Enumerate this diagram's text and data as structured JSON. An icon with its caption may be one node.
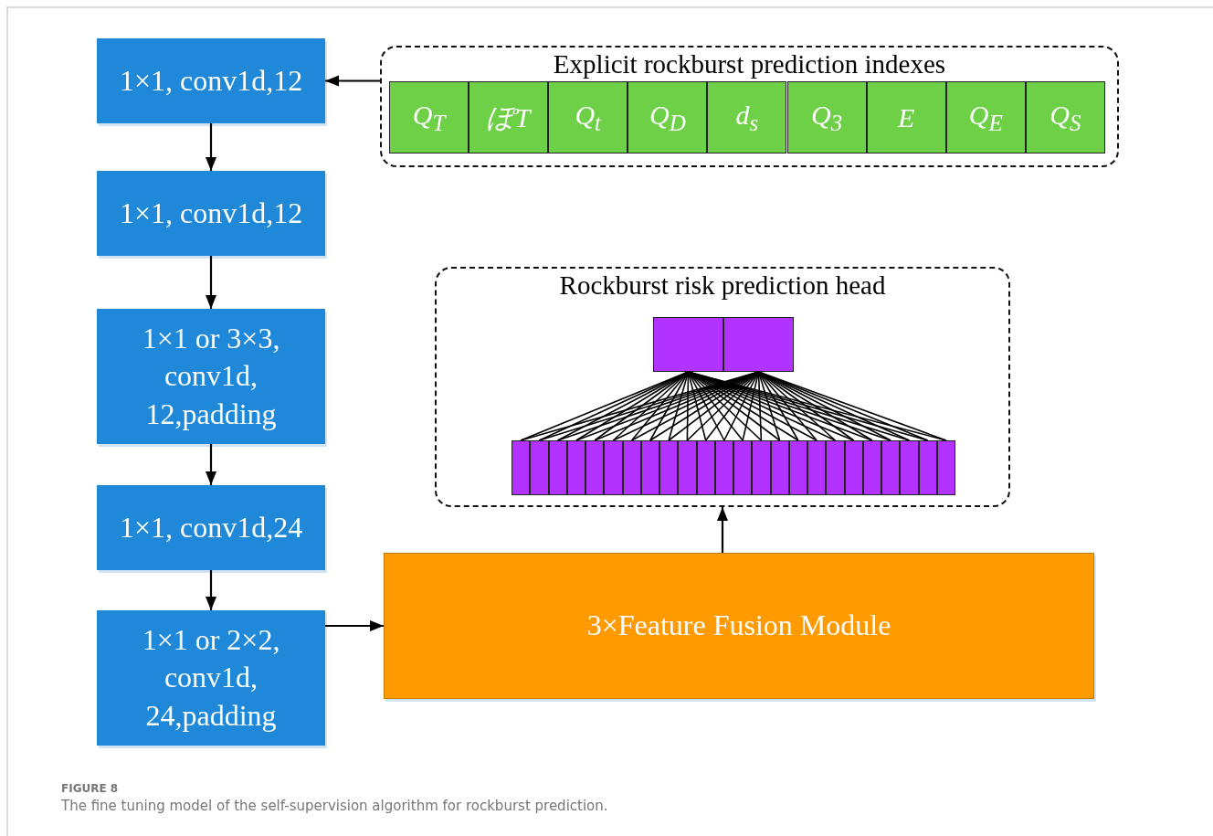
{
  "diagram": {
    "caption": "The fine tuning model of the self-supervision algorithm for rockburst prediction.",
    "nodes": [
      {
        "text": [
          "1×1, conv1d,12"
        ]
      },
      {
        "text": [
          "1×1, conv1d,12"
        ]
      },
      {
        "text": [
          "1×1 or 3×3, conv1d, 12,padding"
        ]
      },
      {
        "text": [
          "1×1, conv1d,24"
        ]
      },
      {
        "text": [
          "1×1 or 2×2, conv1d, 24,padding"
        ]
      },
      {
        "text": [
          "Explicit rockburst prediction indexes"
        ]
      },
      {
        "text": [
          "Q$_{T}$"
        ],
        "in": 5
      },
      {
        "text": [
          "ぽT"
        ],
        "in": 5
      },
      {
        "text": [
          "Q$_{t}$"
        ],
        "in": 5
      },
      {
        "text": [
          "Q$_{D}$"
        ],
        "in": 5
      },
      {
        "text": [
          "d$_{s}$"
        ],
        "in": 5
      },
      {
        "text": [
          "Q$_{3}$"
        ],
        "in": 5
      },
      {
        "text": [
          "E"
        ],
        "in": 5
      },
      {
        "text": [
          "Q$_{E}$"
        ],
        "in": 5
      },
      {
        "text": [
          "Q$_{S}$"
        ],
        "in": 5
      },
      {
        "text": [
          "Rockburst risk prediction head"
        ]
      },
      {
        "text": [],
        "shape": "box",
        "in": 15
      },
      {
        "text": [],
        "shape": "box",
        "in": 15
      },
      {
        "text": [],
        "shape": "box",
        "in": 15
      },
      {
        "text": [],
        "shape": "box",
        "in": 15
      },
      {
        "text": [],
        "shape": "box",
        "in": 15
      },
      {
        "text": [],
        "shape": "box",
        "in": 15
      },
      {
        "text": [],
        "shape": "box",
        "in": 15
      },
      {
        "text": [],
        "shape": "box",
        "in": 15
      },
      {
        "text": [],
        "shape": "box",
        "in": 15
      },
      {
        "text": [],
        "shape": "box",
        "in": 15
      },
      {
        "text": [],
        "shape": "box",
        "in": 15
      },
      {
        "text": [],
        "shape": "box",
        "in": 15
      },
      {
        "text": [],
        "shape": "box",
        "in": 15
      },
      {
        "text": [],
        "shape": "box",
        "in": 15
      },
      {
        "text": [],
        "shape": "box",
        "in": 15
      },
      {
        "text": [],
        "shape": "box",
        "in": 15
      },
      {
        "text": [],
        "shape": "box",
        "in": 15
      },
      {
        "text": [],
        "shape": "box",
        "in": 15
      },
      {
        "text": [],
        "shape": "box",
        "in": 15
      },
      {
        "text": [],
        "shape": "box",
        "in": 15
      },
      {
        "text": [],
        "shape": "box",
        "in": 15
      },
      {
        "text": [],
        "shape": "box",
        "in": 15
      },
      {
        "text": [],
        "shape": "box",
        "in": 15
      },
      {
        "text": [],
        "shape": "box",
        "in": 15
      },
      {
        "text": [],
        "shape": "box",
        "in": 15
      },
      {
        "text": [],
        "shape": "box",
        "in": 15
      },
      {
        "text": [
          "3×Feature Fusion Module"
        ]
      }
    ],
    "edges": [
      {
        "from": 5,
        "to": 0,
        "arrow": "to"
      },
      {
        "from": 0,
        "to": 1,
        "arrow": "to"
      },
      {
        "from": 1,
        "to": 2,
        "arrow": "to"
      },
      {
        "from": 2,
        "to": 3,
        "arrow": "to"
      },
      {
        "from": 3,
        "to": 4,
        "arrow": "to"
      },
      {
        "from": 4,
        "to": 42,
        "arrow": "to"
      },
      {
        "from": 42,
        "to": 15,
        "arrow": "to"
      },
      {
        "from": 16,
        "to": 18,
        "arrow": "none"
      },
      {
        "from": 16,
        "to": 19,
        "arrow": "none"
      },
      {
        "from": 16,
        "to": 20,
        "arrow": "none"
      },
      {
        "from": 16,
        "to": 21,
        "arrow": "none"
      },
      {
        "from": 16,
        "to": 22,
        "arrow": "none"
      },
      {
        "from": 16,
        "to": 23,
        "arrow": "none"
      },
      {
        "from": 16,
        "to": 24,
        "arrow": "none"
      },
      {
        "from": 16,
        "to": 25,
        "arrow": "none"
      },
      {
        "from": 16,
        "to": 26,
        "arrow": "none"
      },
      {
        "from": 16,
        "to": 27,
        "arrow": "none"
      },
      {
        "from": 16,
        "to": 28,
        "arrow": "none"
      },
      {
        "from": 16,
        "to": 29,
        "arrow": "none"
      },
      {
        "from": 16,
        "to": 30,
        "arrow": "none"
      },
      {
        "from": 16,
        "to": 31,
        "arrow": "none"
      },
      {
        "from": 16,
        "to": 32,
        "arrow": "none"
      },
      {
        "from": 16,
        "to": 33,
        "arrow": "none"
      },
      {
        "from": 16,
        "to": 34,
        "arrow": "none"
      },
      {
        "from": 16,
        "to": 35,
        "arrow": "none"
      },
      {
        "from": 16,
        "to": 36,
        "arrow": "none"
      },
      {
        "from": 16,
        "to": 37,
        "arrow": "none"
      },
      {
        "from": 16,
        "to": 38,
        "arrow": "none"
      },
      {
        "from": 16,
        "to": 39,
        "arrow": "none"
      },
      {
        "from": 16,
        "to": 40,
        "arrow": "none"
      },
      {
        "from": 16,
        "to": 41,
        "arrow": "none"
      },
      {
        "from": 17,
        "to": 18,
        "arrow": "none"
      },
      {
        "from": 17,
        "to": 19,
        "arrow": "none"
      },
      {
        "from": 17,
        "to": 20,
        "arrow": "none"
      },
      {
        "from": 17,
        "to": 21,
        "arrow": "none"
      },
      {
        "from": 17,
        "to": 22,
        "arrow": "none"
      },
      {
        "from": 17,
        "to": 23,
        "arrow": "none"
      },
      {
        "from": 17,
        "to": 24,
        "arrow": "none"
      },
      {
        "from": 17,
        "to": 25,
        "arrow": "none"
      },
      {
        "from": 17,
        "to": 26,
        "arrow": "none"
      },
      {
        "from": 17,
        "to": 27,
        "arrow": "none"
      },
      {
        "from": 17,
        "to": 28,
        "arrow": "none"
      },
      {
        "from": 17,
        "to": 29,
        "arrow": "none"
      },
      {
        "from": 17,
        "to": 30,
        "arrow": "none"
      },
      {
        "from": 17,
        "to": 31,
        "arrow": "none"
      },
      {
        "from": 17,
        "to": 32,
        "arrow": "none"
      },
      {
        "from": 17,
        "to": 33,
        "arrow": "none"
      },
      {
        "from": 17,
        "to": 34,
        "arrow": "none"
      },
      {
        "from": 17,
        "to": 35,
        "arrow": "none"
      },
      {
        "from": 17,
        "to": 36,
        "arrow": "none"
      },
      {
        "from": 17,
        "to": 37,
        "arrow": "none"
      },
      {
        "from": 17,
        "to": 38,
        "arrow": "none"
      },
      {
        "from": 17,
        "to": 39,
        "arrow": "none"
      },
      {
        "from": 17,
        "to": 40,
        "arrow": "none"
      },
      {
        "from": 17,
        "to": 41,
        "arrow": "none"
      }
    ],
    "labels": [
      "FIGURE 8"
    ]
  }
}
